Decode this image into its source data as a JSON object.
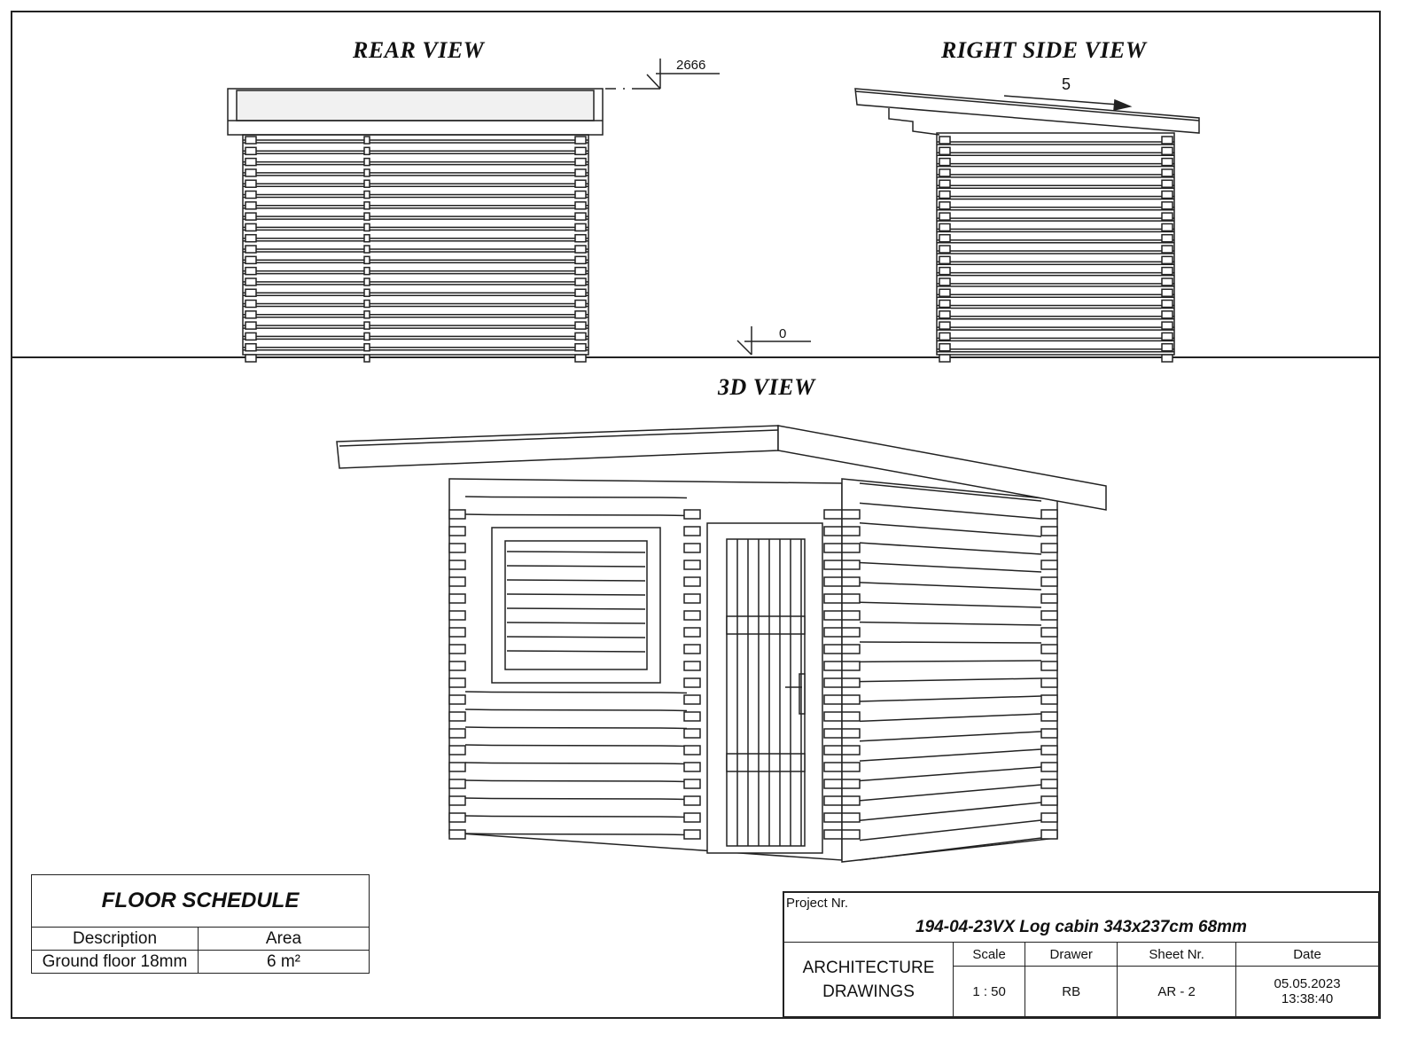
{
  "views": {
    "rear": {
      "title": "REAR VIEW",
      "level_top": "2666",
      "level_bottom": "0"
    },
    "right": {
      "title": "RIGHT SIDE VIEW",
      "slope": "5"
    },
    "three_d": {
      "title": "3D VIEW"
    }
  },
  "floor_schedule": {
    "title": "FLOOR SCHEDULE",
    "headers": [
      "Description",
      "Area"
    ],
    "rows": [
      [
        "Ground floor 18mm",
        "6 m²"
      ]
    ]
  },
  "title_block": {
    "project_label": "Project Nr.",
    "project_title": "194-04-23VX Log cabin 343x237cm 68mm",
    "drawing_type_line1": "ARCHITECTURE",
    "drawing_type_line2": "DRAWINGS",
    "headers": [
      "Scale",
      "Drawer",
      "Sheet Nr.",
      "Date"
    ],
    "values": [
      "1 : 50",
      "RB",
      "AR - 2"
    ],
    "date": "05.05.2023",
    "time": "13:38:40"
  }
}
